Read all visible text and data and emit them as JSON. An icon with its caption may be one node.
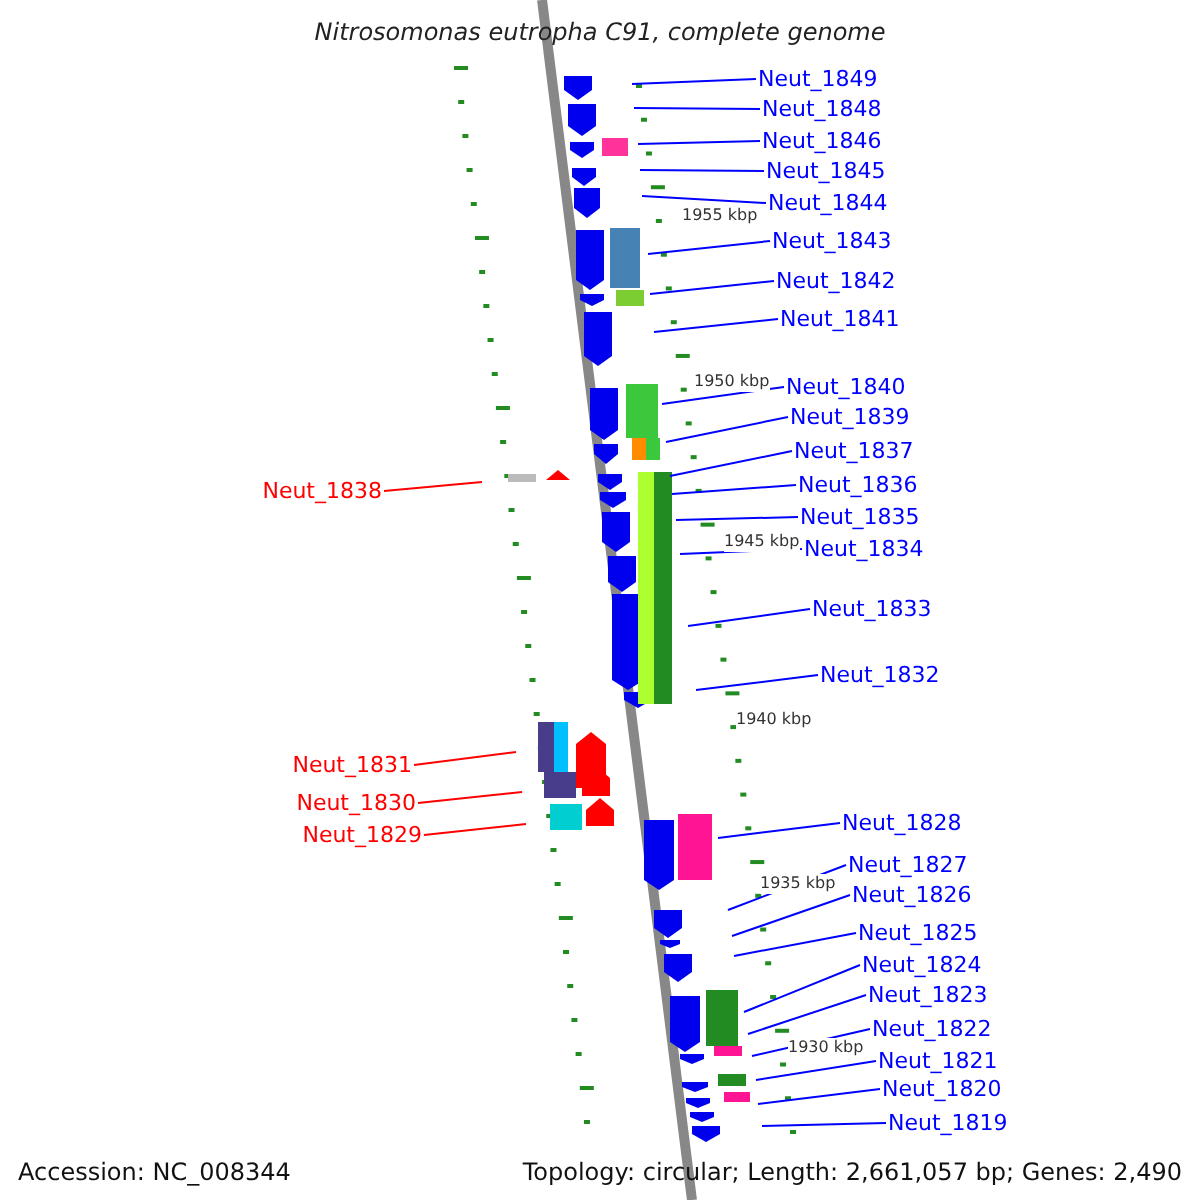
{
  "diagram": {
    "title": "Nitrosomonas eutropha C91, complete genome",
    "nodes": [
      {
        "text": [
          "Neut_1849"
        ]
      },
      {
        "text": [
          "Neut_1848"
        ]
      },
      {
        "text": [
          "Neut_1846"
        ]
      },
      {
        "text": [
          "Neut_1845"
        ]
      },
      {
        "text": [
          "Neut_1844"
        ]
      },
      {
        "text": [
          "Neut_1843"
        ]
      },
      {
        "text": [
          "Neut_1842"
        ]
      },
      {
        "text": [
          "Neut_1841"
        ]
      },
      {
        "text": [
          "Neut_1840"
        ]
      },
      {
        "text": [
          "Neut_1839"
        ]
      },
      {
        "text": [
          "Neut_1837"
        ]
      },
      {
        "text": [
          "Neut_1838"
        ]
      },
      {
        "text": [
          "Neut_1836"
        ]
      },
      {
        "text": [
          "Neut_1835"
        ]
      },
      {
        "text": [
          "Neut_1834"
        ]
      },
      {
        "text": [
          "Neut_1833"
        ]
      },
      {
        "text": [
          "Neut_1832"
        ]
      },
      {
        "text": [
          "Neut_1831"
        ]
      },
      {
        "text": [
          "Neut_1830"
        ]
      },
      {
        "text": [
          "Neut_1829"
        ]
      },
      {
        "text": [
          "Neut_1828"
        ]
      },
      {
        "text": [
          "Neut_1827"
        ]
      },
      {
        "text": [
          "Neut_1826"
        ]
      },
      {
        "text": [
          "Neut_1825"
        ]
      },
      {
        "text": [
          "Neut_1824"
        ]
      },
      {
        "text": [
          "Neut_1823"
        ]
      },
      {
        "text": [
          "Neut_1822"
        ]
      },
      {
        "text": [
          "Neut_1821"
        ]
      },
      {
        "text": [
          "Neut_1820"
        ]
      },
      {
        "text": [
          "Neut_1819"
        ]
      }
    ],
    "edges": [
      {
        "from": 0,
        "to": null,
        "arrow": "none"
      },
      {
        "from": 1,
        "to": null,
        "arrow": "none"
      },
      {
        "from": 2,
        "to": null,
        "arrow": "none"
      },
      {
        "from": 3,
        "to": null,
        "arrow": "none"
      },
      {
        "from": 4,
        "to": null,
        "arrow": "none"
      },
      {
        "from": 5,
        "to": null,
        "arrow": "none"
      },
      {
        "from": 6,
        "to": null,
        "arrow": "none"
      },
      {
        "from": 7,
        "to": null,
        "arrow": "none"
      },
      {
        "from": 8,
        "to": null,
        "arrow": "none"
      },
      {
        "from": 9,
        "to": null,
        "arrow": "none"
      },
      {
        "from": 10,
        "to": null,
        "arrow": "none"
      },
      {
        "from": 11,
        "to": null,
        "arrow": "none",
        "color": "#ff0000"
      },
      {
        "from": 12,
        "to": null,
        "arrow": "none"
      },
      {
        "from": 13,
        "to": null,
        "arrow": "none"
      },
      {
        "from": 14,
        "to": null,
        "arrow": "none"
      },
      {
        "from": 15,
        "to": null,
        "arrow": "none"
      },
      {
        "from": 16,
        "to": null,
        "arrow": "none"
      },
      {
        "from": 17,
        "to": null,
        "arrow": "none",
        "color": "#ff0000"
      },
      {
        "from": 18,
        "to": null,
        "arrow": "none",
        "color": "#ff0000"
      },
      {
        "from": 19,
        "to": null,
        "arrow": "none",
        "color": "#ff0000"
      },
      {
        "from": 20,
        "to": null,
        "arrow": "none"
      },
      {
        "from": 21,
        "to": null,
        "arrow": "none"
      },
      {
        "from": 22,
        "to": null,
        "arrow": "none"
      },
      {
        "from": 23,
        "to": null,
        "arrow": "none"
      },
      {
        "from": 24,
        "to": null,
        "arrow": "none"
      },
      {
        "from": 25,
        "to": null,
        "arrow": "none"
      },
      {
        "from": 26,
        "to": null,
        "arrow": "none"
      },
      {
        "from": 27,
        "to": null,
        "arrow": "none"
      },
      {
        "from": 28,
        "to": null,
        "arrow": "none"
      },
      {
        "from": 29,
        "to": null,
        "arrow": "none"
      }
    ],
    "labels": [
      "1955 kbp",
      "1950 kbp",
      "1945 kbp",
      "1940 kbp",
      "1935 kbp",
      "1930 kbp",
      "Accession: NC_008344",
      "Topology: circular; Length: 2,661,057 bp; Genes: 2,490"
    ]
  }
}
